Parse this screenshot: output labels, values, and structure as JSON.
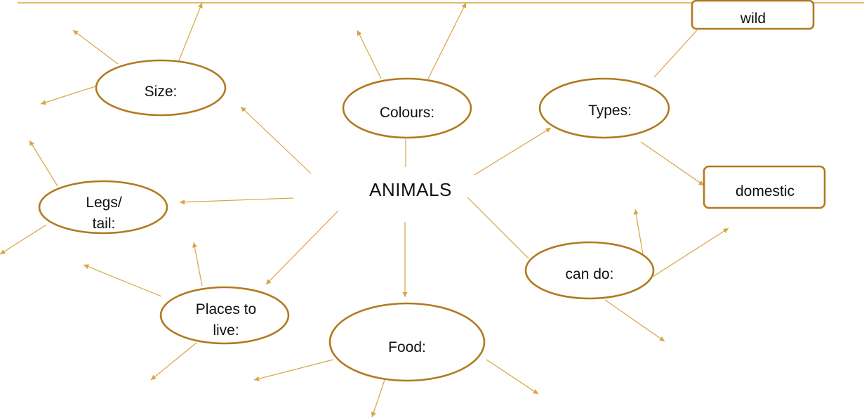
{
  "colors": {
    "stroke": "#b07a1e",
    "arrow": "#d9a441",
    "text": "#111111"
  },
  "center": {
    "label": "ANIMALS"
  },
  "nodes": {
    "size": {
      "label": "Size:"
    },
    "colours": {
      "label": "Colours:"
    },
    "types": {
      "label": "Types:"
    },
    "legs_tail": {
      "line1": "Legs/",
      "line2": "tail:"
    },
    "places": {
      "line1": "Places to",
      "line2": "live:"
    },
    "food": {
      "label": "Food:"
    },
    "can_do": {
      "label": "can do:"
    }
  },
  "boxes": {
    "wild": {
      "label": "wild"
    },
    "domestic": {
      "label": "domestic"
    }
  }
}
